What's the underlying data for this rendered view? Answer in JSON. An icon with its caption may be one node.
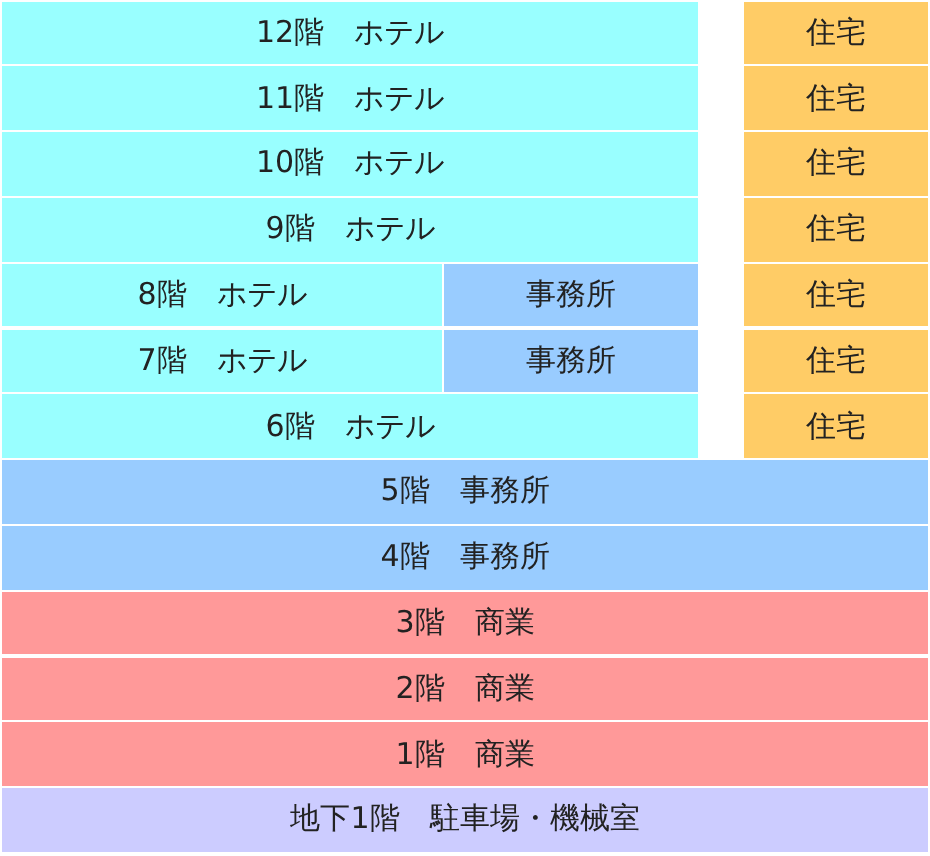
{
  "diagram": {
    "nodes": [
      {
        "text": [
          "12階　ホテル"
        ]
      },
      {
        "text": [
          "住宅"
        ]
      },
      {
        "text": [
          "11階　ホテル"
        ]
      },
      {
        "text": [
          "住宅"
        ]
      },
      {
        "text": [
          "10階　ホテル"
        ]
      },
      {
        "text": [
          "住宅"
        ]
      },
      {
        "text": [
          "9階　ホテル"
        ]
      },
      {
        "text": [
          "住宅"
        ]
      },
      {
        "text": [
          "8階　ホテル"
        ]
      },
      {
        "text": [
          "事務所"
        ]
      },
      {
        "text": [
          "住宅"
        ]
      },
      {
        "text": [
          "7階　ホテル"
        ]
      },
      {
        "text": [
          "事務所"
        ]
      },
      {
        "text": [
          "住宅"
        ]
      },
      {
        "text": [
          "6階　ホテル"
        ]
      },
      {
        "text": [
          "住宅"
        ]
      },
      {
        "text": [
          "5階　事務所"
        ]
      },
      {
        "text": [
          "4階　事務所"
        ]
      },
      {
        "text": [
          "3階　商業"
        ]
      },
      {
        "text": [
          "2階　商業"
        ]
      },
      {
        "text": [
          "1階　商業"
        ]
      },
      {
        "text": [
          "地下1階　駐車場・機械室"
        ]
      }
    ]
  }
}
